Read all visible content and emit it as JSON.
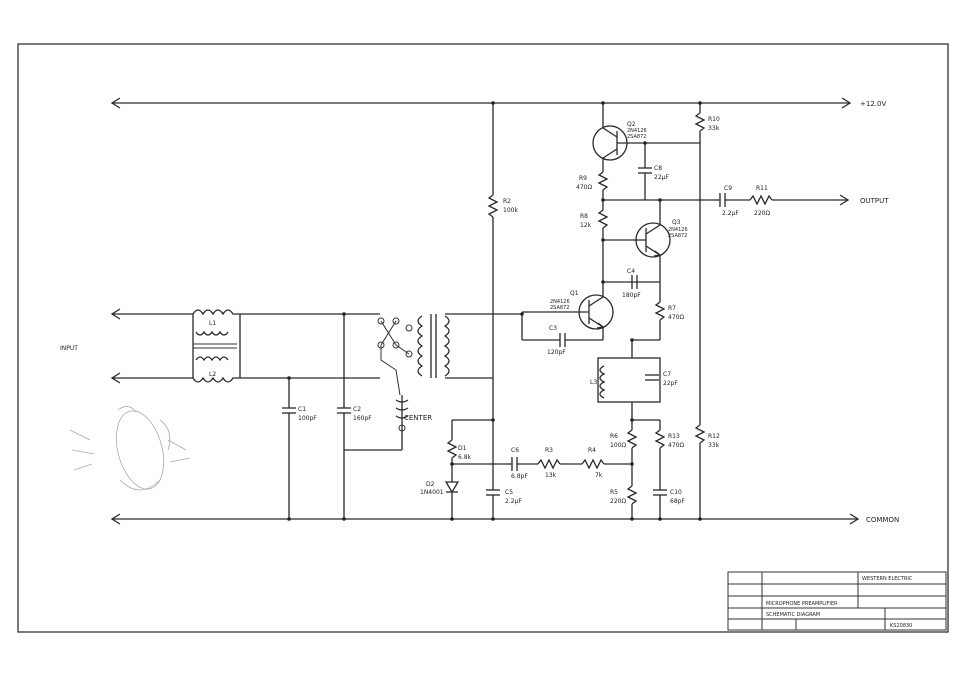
{
  "rails": {
    "top": "+12.0V",
    "output": "OUTPUT",
    "common": "COMMON",
    "input": "INPUT",
    "center": "CENTER"
  },
  "components": {
    "l1": {
      "name": "L1"
    },
    "l2": {
      "name": "L2"
    },
    "l3": {
      "name": "L3"
    },
    "c1": {
      "name": "C1",
      "value": "100pF"
    },
    "c2": {
      "name": "C2",
      "value": "160pF"
    },
    "c3": {
      "name": "C3",
      "value": "120pF"
    },
    "c4": {
      "name": "C4",
      "value": "180pF"
    },
    "c5": {
      "name": "C5",
      "value": "2.2µF"
    },
    "c6": {
      "name": "C6",
      "value": "6.8pF"
    },
    "c7": {
      "name": "C7",
      "value": "22pF"
    },
    "c8": {
      "name": "C8",
      "value": "22µF"
    },
    "c9": {
      "name": "C9",
      "value": "2.2µF"
    },
    "c10": {
      "name": "C10",
      "value": "68pF"
    },
    "r2": {
      "name": "R2",
      "value": "100k"
    },
    "r3": {
      "name": "R3",
      "value": "13k"
    },
    "r4": {
      "name": "R4",
      "value": "7k"
    },
    "r5": {
      "name": "R5",
      "value": "220Ω"
    },
    "r6": {
      "name": "R6",
      "value": "100Ω"
    },
    "r7": {
      "name": "R7",
      "value": "470Ω"
    },
    "r8": {
      "name": "R8",
      "value": "12k"
    },
    "r9": {
      "name": "R9",
      "value": "470Ω"
    },
    "r10": {
      "name": "R10",
      "value": "33k"
    },
    "r11": {
      "name": "R11",
      "value": "220Ω"
    },
    "r12": {
      "name": "R12",
      "value": "33k"
    },
    "r13": {
      "name": "R13",
      "value": "470Ω"
    },
    "d1": {
      "name": "D1",
      "value": "6.8k"
    },
    "d2": {
      "name": "D2",
      "value": "1N4001"
    },
    "q1": {
      "name": "Q1",
      "type": "2N4126",
      "alt": "2SA872"
    },
    "q2": {
      "name": "Q2",
      "type": "2N4126",
      "alt": "2SA872"
    },
    "q3": {
      "name": "Q3",
      "type": "2N4126",
      "alt": "2SA872"
    }
  },
  "title_block": {
    "company": "WESTERN ELECTRIC",
    "project": "MICROPHONE PREAMPLIFIER",
    "description": "SCHEMATIC DIAGRAM",
    "drawing_no": "KS20830"
  }
}
